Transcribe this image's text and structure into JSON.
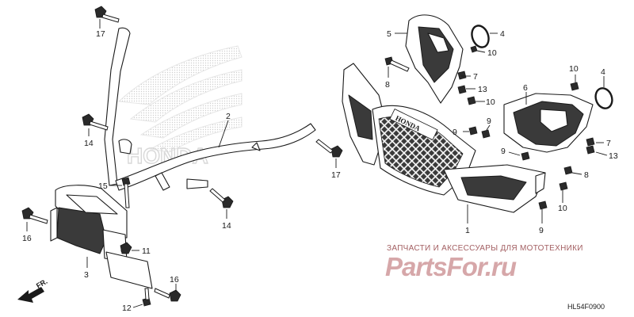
{
  "diagram": {
    "reference_code": "HL54F0900",
    "direction_label": "FR.",
    "brand_text": "HONDA",
    "grille_badge": "HONDA",
    "callouts": [
      {
        "label": "17"
      },
      {
        "label": "2"
      },
      {
        "label": "14"
      },
      {
        "label": "15"
      },
      {
        "label": "16"
      },
      {
        "label": "11"
      },
      {
        "label": "3"
      },
      {
        "label": "16"
      },
      {
        "label": "12"
      },
      {
        "label": "14"
      },
      {
        "label": "17"
      },
      {
        "label": "5"
      },
      {
        "label": "4"
      },
      {
        "label": "10"
      },
      {
        "label": "8"
      },
      {
        "label": "7"
      },
      {
        "label": "13"
      },
      {
        "label": "10"
      },
      {
        "label": "10"
      },
      {
        "label": "4"
      },
      {
        "label": "6"
      },
      {
        "label": "9"
      },
      {
        "label": "9"
      },
      {
        "label": "9"
      },
      {
        "label": "7"
      },
      {
        "label": "13"
      },
      {
        "label": "8"
      },
      {
        "label": "10"
      },
      {
        "label": "9"
      },
      {
        "label": "1"
      }
    ]
  },
  "watermark": {
    "tagline": "ЗАПЧАСТИ И АКСЕССУАРЫ ДЛЯ МОТОТЕХНИКИ",
    "logo": "PartsFor.ru"
  }
}
